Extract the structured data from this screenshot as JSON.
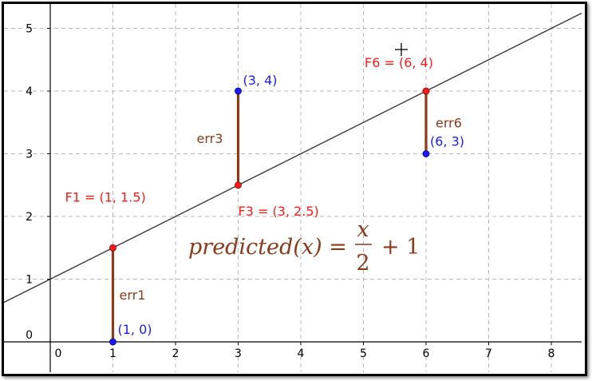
{
  "chart_data": {
    "type": "scatter",
    "xlim": [
      -0.7,
      8.5
    ],
    "ylim": [
      -0.4,
      5.3
    ],
    "x_ticks": [
      0,
      1,
      2,
      3,
      4,
      5,
      6,
      7,
      8
    ],
    "y_ticks": [
      0,
      1,
      2,
      3,
      4,
      5
    ],
    "grid": true,
    "line": {
      "slope": 0.5,
      "intercept": 1
    },
    "formula": {
      "lhs": "predicted(x) =",
      "num": "x",
      "den": "2",
      "rest": "+ 1"
    },
    "actual_points": [
      {
        "x": 1,
        "y": 0,
        "label": "(1, 0)"
      },
      {
        "x": 3,
        "y": 4,
        "label": "(3, 4)"
      },
      {
        "x": 6,
        "y": 3,
        "label": "(6, 3)"
      }
    ],
    "predicted_points": [
      {
        "x": 1,
        "y": 1.5,
        "label": "F1 = (1, 1.5)"
      },
      {
        "x": 3,
        "y": 2.5,
        "label": "F3 = (3, 2.5)"
      },
      {
        "x": 6,
        "y": 4,
        "label": "F6 = (6, 4)"
      }
    ],
    "errors": [
      {
        "x": 1,
        "from": 0,
        "to": 1.5,
        "label": "err1"
      },
      {
        "x": 3,
        "from": 2.5,
        "to": 4,
        "label": "err3"
      },
      {
        "x": 6,
        "from": 3,
        "to": 4,
        "label": "err6"
      }
    ],
    "colors": {
      "actual": "#1a1aff",
      "predicted": "#ff1a1a",
      "error": "#8B3A1A",
      "line": "#333333",
      "grid": "#b8b8b8"
    }
  }
}
